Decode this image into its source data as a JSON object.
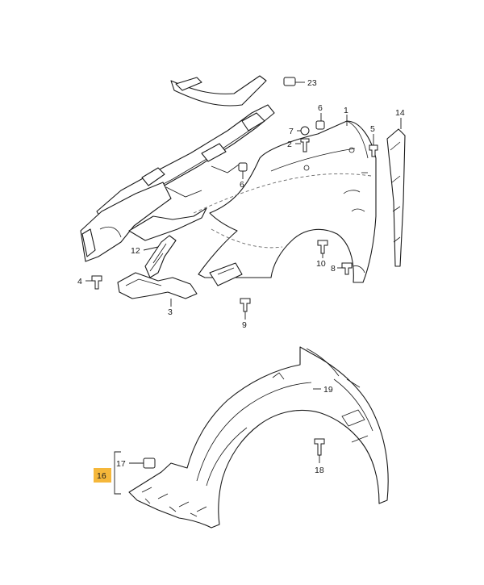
{
  "colors": {
    "line": "#1a1a1a",
    "hidden_line": "#6a6a6a",
    "highlight": "#f5b73a",
    "background": "#ffffff"
  },
  "callouts": [
    {
      "id": "c1",
      "label": "1"
    },
    {
      "id": "c2",
      "label": "2"
    },
    {
      "id": "c3",
      "label": "3"
    },
    {
      "id": "c4",
      "label": "4"
    },
    {
      "id": "c5",
      "label": "5"
    },
    {
      "id": "c6a",
      "label": "6"
    },
    {
      "id": "c6b",
      "label": "6"
    },
    {
      "id": "c7",
      "label": "7"
    },
    {
      "id": "c8",
      "label": "8"
    },
    {
      "id": "c9",
      "label": "9"
    },
    {
      "id": "c10",
      "label": "10"
    },
    {
      "id": "c12",
      "label": "12"
    },
    {
      "id": "c14",
      "label": "14"
    },
    {
      "id": "c16",
      "label": "16"
    },
    {
      "id": "c17",
      "label": "17"
    },
    {
      "id": "c18",
      "label": "18"
    },
    {
      "id": "c19",
      "label": "19"
    },
    {
      "id": "c23",
      "label": "23"
    }
  ],
  "highlighted_callout": "16"
}
